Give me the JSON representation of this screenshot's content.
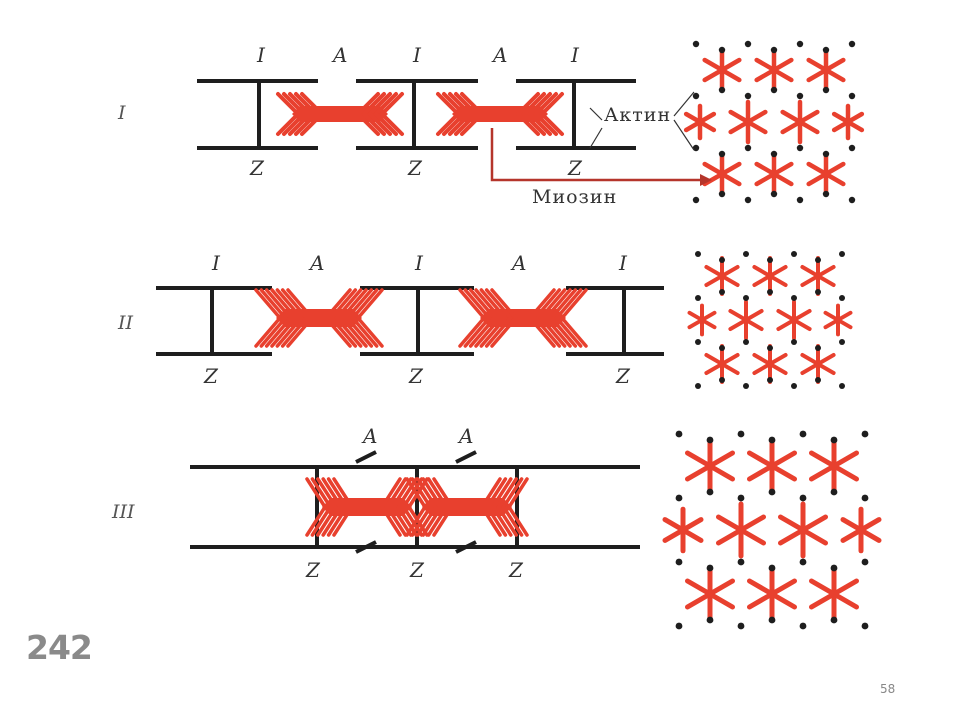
{
  "colors": {
    "myosin": "#e8402e",
    "actin": "#1e1e1e",
    "arrow": "#b5352b"
  },
  "rows": [
    {
      "roman": "I",
      "band_labels": [
        "I",
        "A",
        "I",
        "A",
        "I"
      ],
      "z_labels": [
        "Z",
        "Z",
        "Z"
      ]
    },
    {
      "roman": "II",
      "band_labels": [
        "I",
        "A",
        "I",
        "A",
        "I"
      ],
      "z_labels": [
        "Z",
        "Z",
        "Z"
      ]
    },
    {
      "roman": "III",
      "band_labels": [
        "A",
        "A"
      ],
      "z_labels": [
        "Z",
        "Z",
        "Z"
      ]
    }
  ],
  "labels": {
    "actin": "Актин",
    "myosin": "Миозин"
  },
  "page_number": "242",
  "slide_number": "58"
}
